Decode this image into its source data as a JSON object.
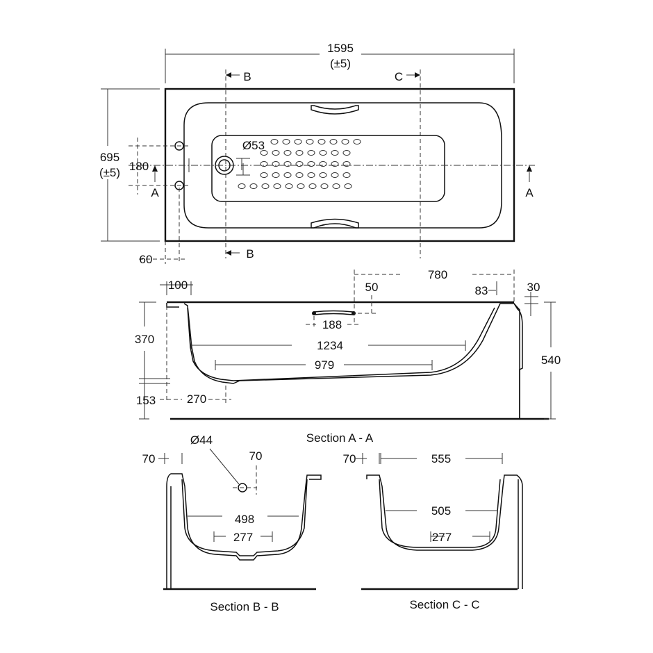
{
  "plan_view": {
    "length": "1595",
    "length_tol": "(±5)",
    "width": "695",
    "width_tol": "(±5)",
    "tap_spacing": "180",
    "waste_diameter": "Ø53",
    "tap_offset": "60",
    "section_b_top": "B",
    "section_b_bottom": "B",
    "section_c_top": "C",
    "section_a_left": "A",
    "section_a_right": "A"
  },
  "section_a": {
    "title": "Section A - A",
    "dims": {
      "rim_left": "100",
      "handle_pos": "780",
      "handle_drop": "50",
      "rim_right": "83",
      "rim_thick": "30",
      "depth": "370",
      "height": "540",
      "top_length": "1234",
      "bottom_length": "979",
      "waste_height": "153",
      "waste_pos": "270",
      "handle_len": "188"
    }
  },
  "section_b": {
    "title": "Section B - B",
    "dims": {
      "rim": "70",
      "overflow_dia": "Ø44",
      "overflow_offset": "70",
      "top_width": "498",
      "bottom_width": "277"
    }
  },
  "section_c": {
    "title": "Section C - C",
    "dims": {
      "rim": "70",
      "overall": "555",
      "top_width": "505",
      "bottom_width": "277"
    }
  }
}
